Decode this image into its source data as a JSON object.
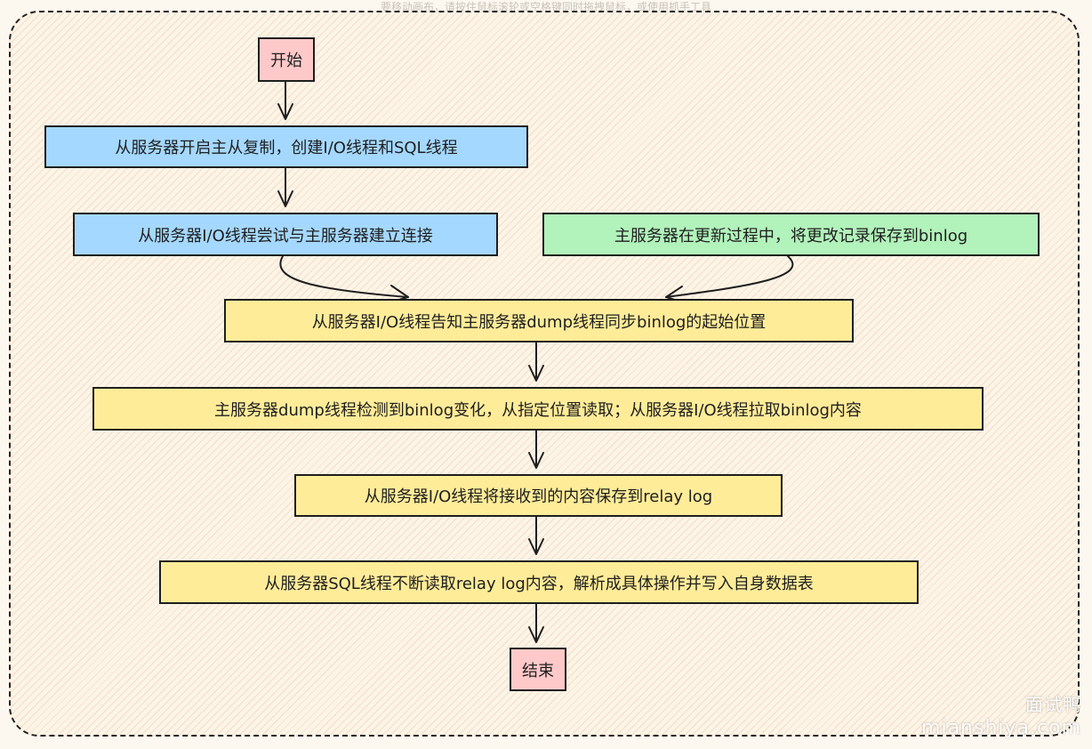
{
  "hint_text": "要移动画布，请按住鼠标滚轮或空格键同时拖拽鼠标，或使用抓手工具",
  "nodes": {
    "start": "开始",
    "enable_replication": "从服务器开启主从复制，创建I/O线程和SQL线程",
    "io_connect": "从服务器I/O线程尝试与主服务器建立连接",
    "master_binlog": "主服务器在更新过程中，将更改记录保存到binlog",
    "notify_dump": "从服务器I/O线程告知主服务器dump线程同步binlog的起始位置",
    "dump_detect": "主服务器dump线程检测到binlog变化，从指定位置读取；从服务器I/O线程拉取binlog内容",
    "save_relay": "从服务器I/O线程将接收到的内容保存到relay log",
    "sql_apply": "从服务器SQL线程不断读取relay log内容，解析成具体操作并写入自身数据表",
    "end": "结束"
  },
  "colors": {
    "terminal": "#ffc9c9",
    "slave_step": "#a5d8ff",
    "master_step": "#b2f2bb",
    "sync_step": "#ffec99"
  },
  "watermark": {
    "brand": "面试鸭",
    "site": "mianshiya.com"
  }
}
